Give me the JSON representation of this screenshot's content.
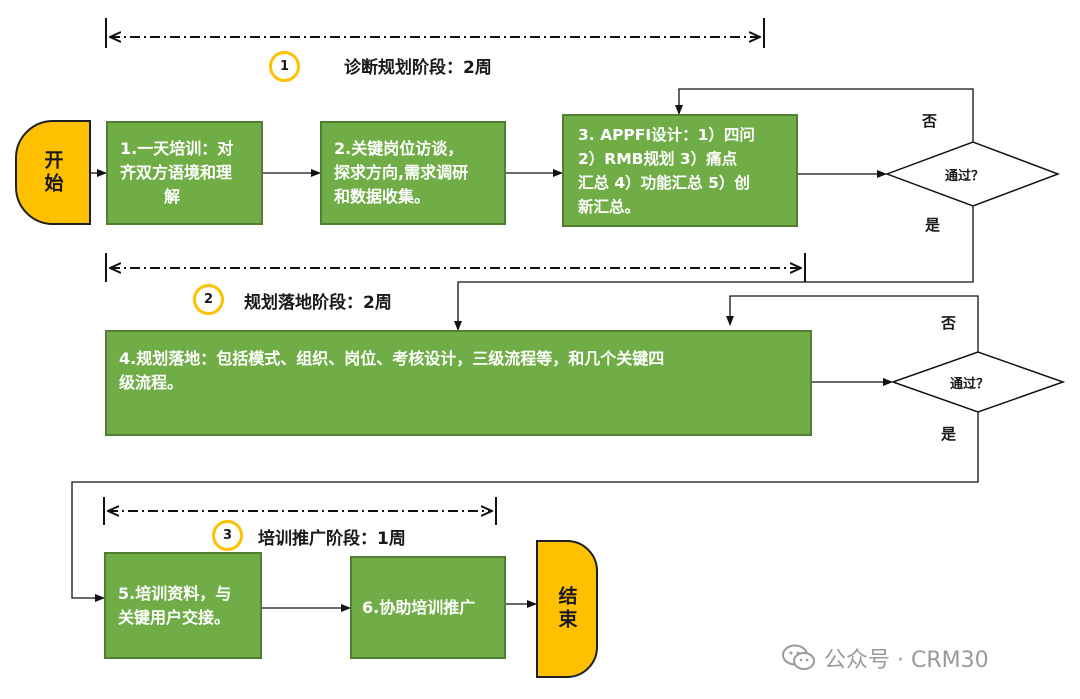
{
  "start": "开始",
  "end": "结束",
  "phases": [
    {
      "num": "1",
      "title": "诊断规划阶段：2周"
    },
    {
      "num": "2",
      "title": "规划落地阶段：2周"
    },
    {
      "num": "3",
      "title": "培训推广阶段：1周"
    }
  ],
  "steps": [
    {
      "lines": [
        "1.一天培训：对",
        "齐双方语境和理",
        "解"
      ]
    },
    {
      "lines": [
        "2.关键岗位访谈，",
        "探求方向,需求调研",
        "和数据收集。"
      ]
    },
    {
      "lines": [
        "3. APPFI设计：1）四问",
        "2）RMB规划 3）痛点",
        "汇总 4）功能汇总 5）创",
        "新汇总。"
      ]
    },
    {
      "lines": [
        "4.规划落地：包括模式、组织、岗位、考核设计，三级流程等，和几个关键四",
        "级流程。"
      ]
    },
    {
      "lines": [
        "5.培训资料，与",
        "关键用户交接。"
      ]
    },
    {
      "lines": [
        "6.协助培训推广"
      ]
    }
  ],
  "decisions": [
    {
      "text": "通过？",
      "no": "否",
      "yes": "是"
    },
    {
      "text": "通过？",
      "no": "否",
      "yes": "是"
    }
  ],
  "watermark": "公众号 · CRM30"
}
